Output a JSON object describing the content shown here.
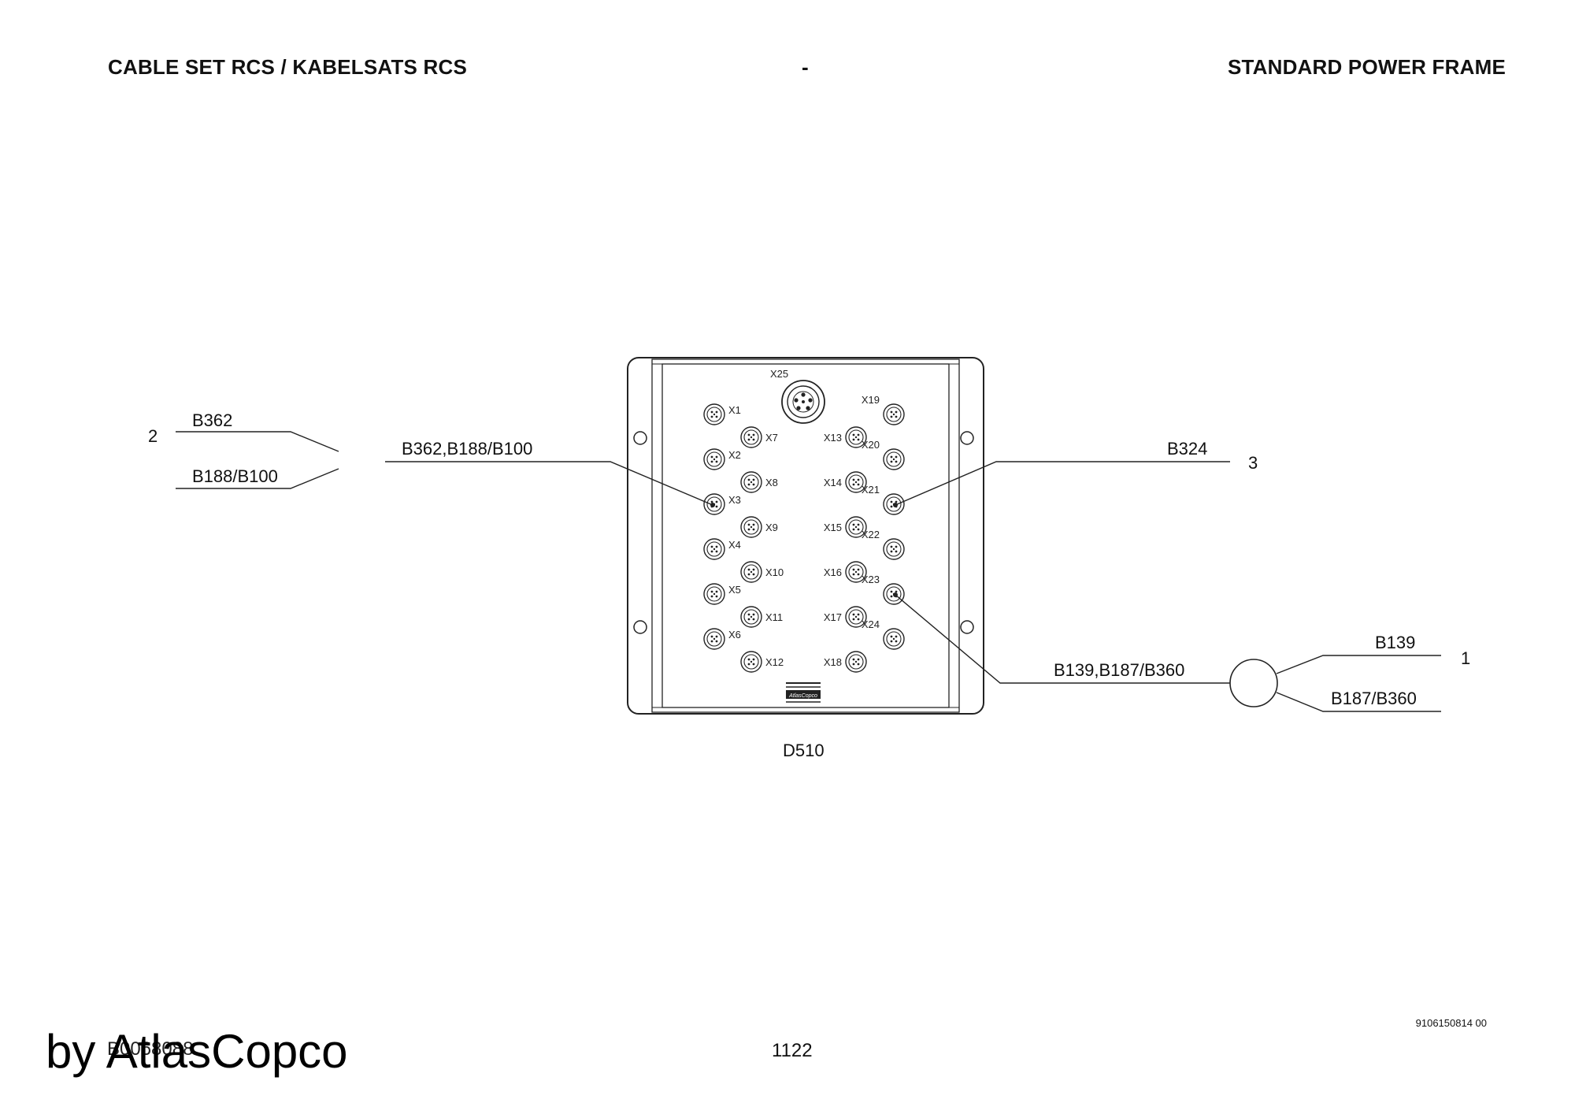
{
  "header": {
    "left": "CABLE SET RCS / KABELSATS RCS",
    "center": "-",
    "right": "STANDARD POWER FRAME"
  },
  "module": {
    "name": "D510",
    "logo": "AtlasCopco",
    "main_port": "X25",
    "ports": [
      "X1",
      "X2",
      "X3",
      "X4",
      "X5",
      "X6",
      "X7",
      "X8",
      "X9",
      "X10",
      "X11",
      "X12",
      "X13",
      "X14",
      "X15",
      "X16",
      "X17",
      "X18",
      "X19",
      "X20",
      "X21",
      "X22",
      "X23",
      "X24"
    ]
  },
  "cables": {
    "left": {
      "number": "2",
      "branch_top": "B362",
      "branch_bottom": "B188/B100",
      "trunk": "B362,B188/B100"
    },
    "right_top": {
      "trunk": "B324",
      "number": "3"
    },
    "right_bottom": {
      "trunk": "B139,B187/B360",
      "branch_top": "B139",
      "branch_bottom": "B187/B360",
      "number": "1"
    }
  },
  "footer": {
    "code": "B0068088",
    "watermark": "by AtlasCopco",
    "page": "1122",
    "docref": "9106150814 00"
  }
}
